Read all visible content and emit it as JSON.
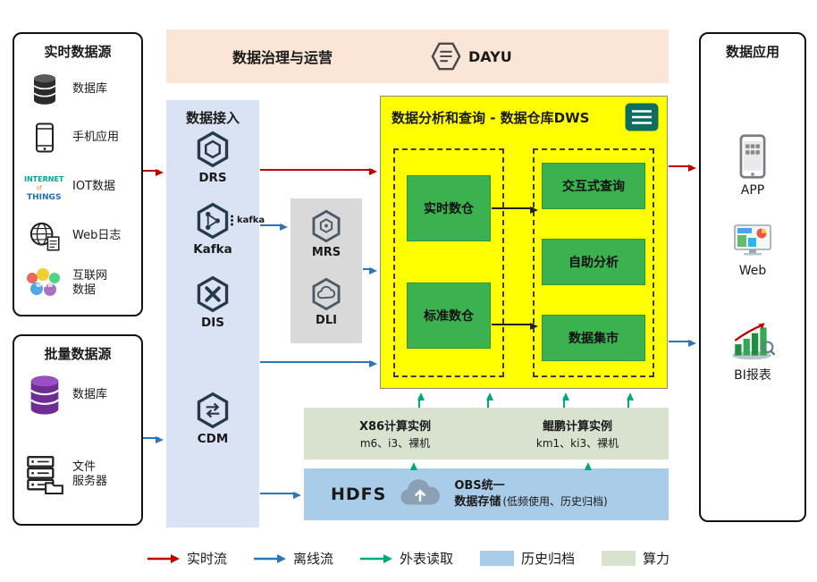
{
  "colors": {
    "realtime_flow": "#c00000",
    "offline_flow": "#2e75b6",
    "external_read": "#00a87d",
    "archive_fill": "#a9cde9",
    "compute_fill": "#d9e2cf",
    "dws_fill": "#ffff00",
    "module_green": "#3cb14f",
    "ingestion_fill": "#dae3f3",
    "governance_fill": "#fbe5d6",
    "middleware_fill": "#d9d9d9"
  },
  "realtime_sources": {
    "title": "实时数据源",
    "items": [
      {
        "label": "数据库",
        "icon": "database-icon"
      },
      {
        "label": "手机应用",
        "icon": "phone-icon"
      },
      {
        "label": "IOT数据",
        "icon": "iot-icon"
      },
      {
        "label": "Web日志",
        "icon": "web-log-icon"
      },
      {
        "label": "互联网\n数据",
        "icon": "internet-data-icon"
      }
    ]
  },
  "batch_sources": {
    "title": "批量数据源",
    "items": [
      {
        "label": "数据库",
        "icon": "database-purple-icon"
      },
      {
        "label": "文件\n服务器",
        "icon": "file-server-icon"
      }
    ]
  },
  "governance": {
    "title": "数据治理与运营",
    "product": "DAYU"
  },
  "ingestion": {
    "title": "数据接入",
    "services": [
      {
        "name": "DRS"
      },
      {
        "name": "Kafka",
        "wordmark": "kafka"
      },
      {
        "name": "DIS"
      },
      {
        "name": "CDM"
      }
    ]
  },
  "middleware": {
    "services": [
      {
        "name": "MRS"
      },
      {
        "name": "DLI"
      }
    ]
  },
  "dws": {
    "title": "数据分析和查询 - 数据仓库DWS",
    "warehouses": [
      {
        "label": "实时数仓"
      },
      {
        "label": "标准数仓"
      }
    ],
    "services": [
      {
        "label": "交互式查询"
      },
      {
        "label": "自助分析"
      },
      {
        "label": "数据集市"
      }
    ]
  },
  "compute": {
    "x86_title": "X86计算实例",
    "x86_specs": "m6、i3、裸机",
    "kunpeng_title": "鲲鹏计算实例",
    "kunpeng_specs": "km1、ki3、裸机"
  },
  "storage": {
    "hdfs": "HDFS",
    "obs_line1": "OBS统一",
    "obs_line2": "数据存储",
    "note": "(低频使用、历史归档)"
  },
  "applications": {
    "title": "数据应用",
    "items": [
      {
        "label": "APP"
      },
      {
        "label": "Web"
      },
      {
        "label": "BI报表"
      }
    ]
  },
  "legend": {
    "realtime": "实时流",
    "offline": "离线流",
    "external": "外表读取",
    "archive": "历史归档",
    "compute": "算力"
  }
}
